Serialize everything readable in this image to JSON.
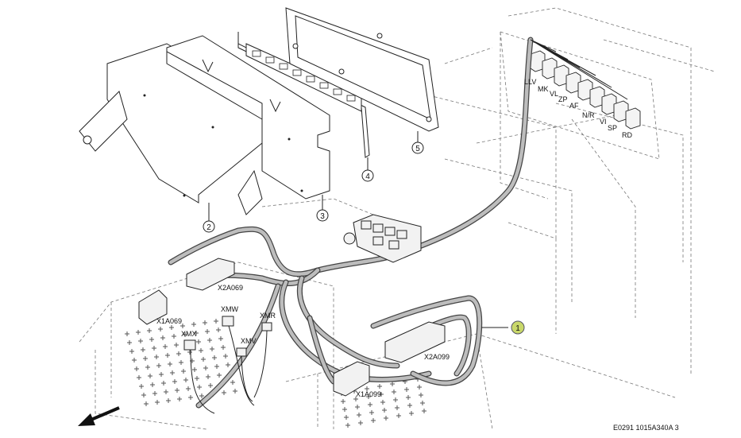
{
  "drawing": {
    "doc_code": "E0291 1015A340A 3"
  },
  "callouts": [
    {
      "id": "1",
      "label": "1"
    },
    {
      "id": "2",
      "label": "2"
    },
    {
      "id": "3",
      "label": "3"
    },
    {
      "id": "4",
      "label": "4"
    },
    {
      "id": "5",
      "label": "5"
    }
  ],
  "connector_labels": {
    "relays": [
      "LLV",
      "MK",
      "VL",
      "ZP",
      "AF",
      "N/R",
      "VI",
      "SP",
      "RD"
    ],
    "x1a069": "X1A069",
    "x2a069": "X2A069",
    "xmw": "XMW",
    "xmx": "XMX",
    "xmr": "XMR",
    "xmv": "XMV",
    "x2a099": "X2A099",
    "x1a099": "X1A099"
  },
  "colors": {
    "callout_1_fill": "#c9d86a",
    "harness": "#444444",
    "harness_core": "#bdbdbd"
  }
}
